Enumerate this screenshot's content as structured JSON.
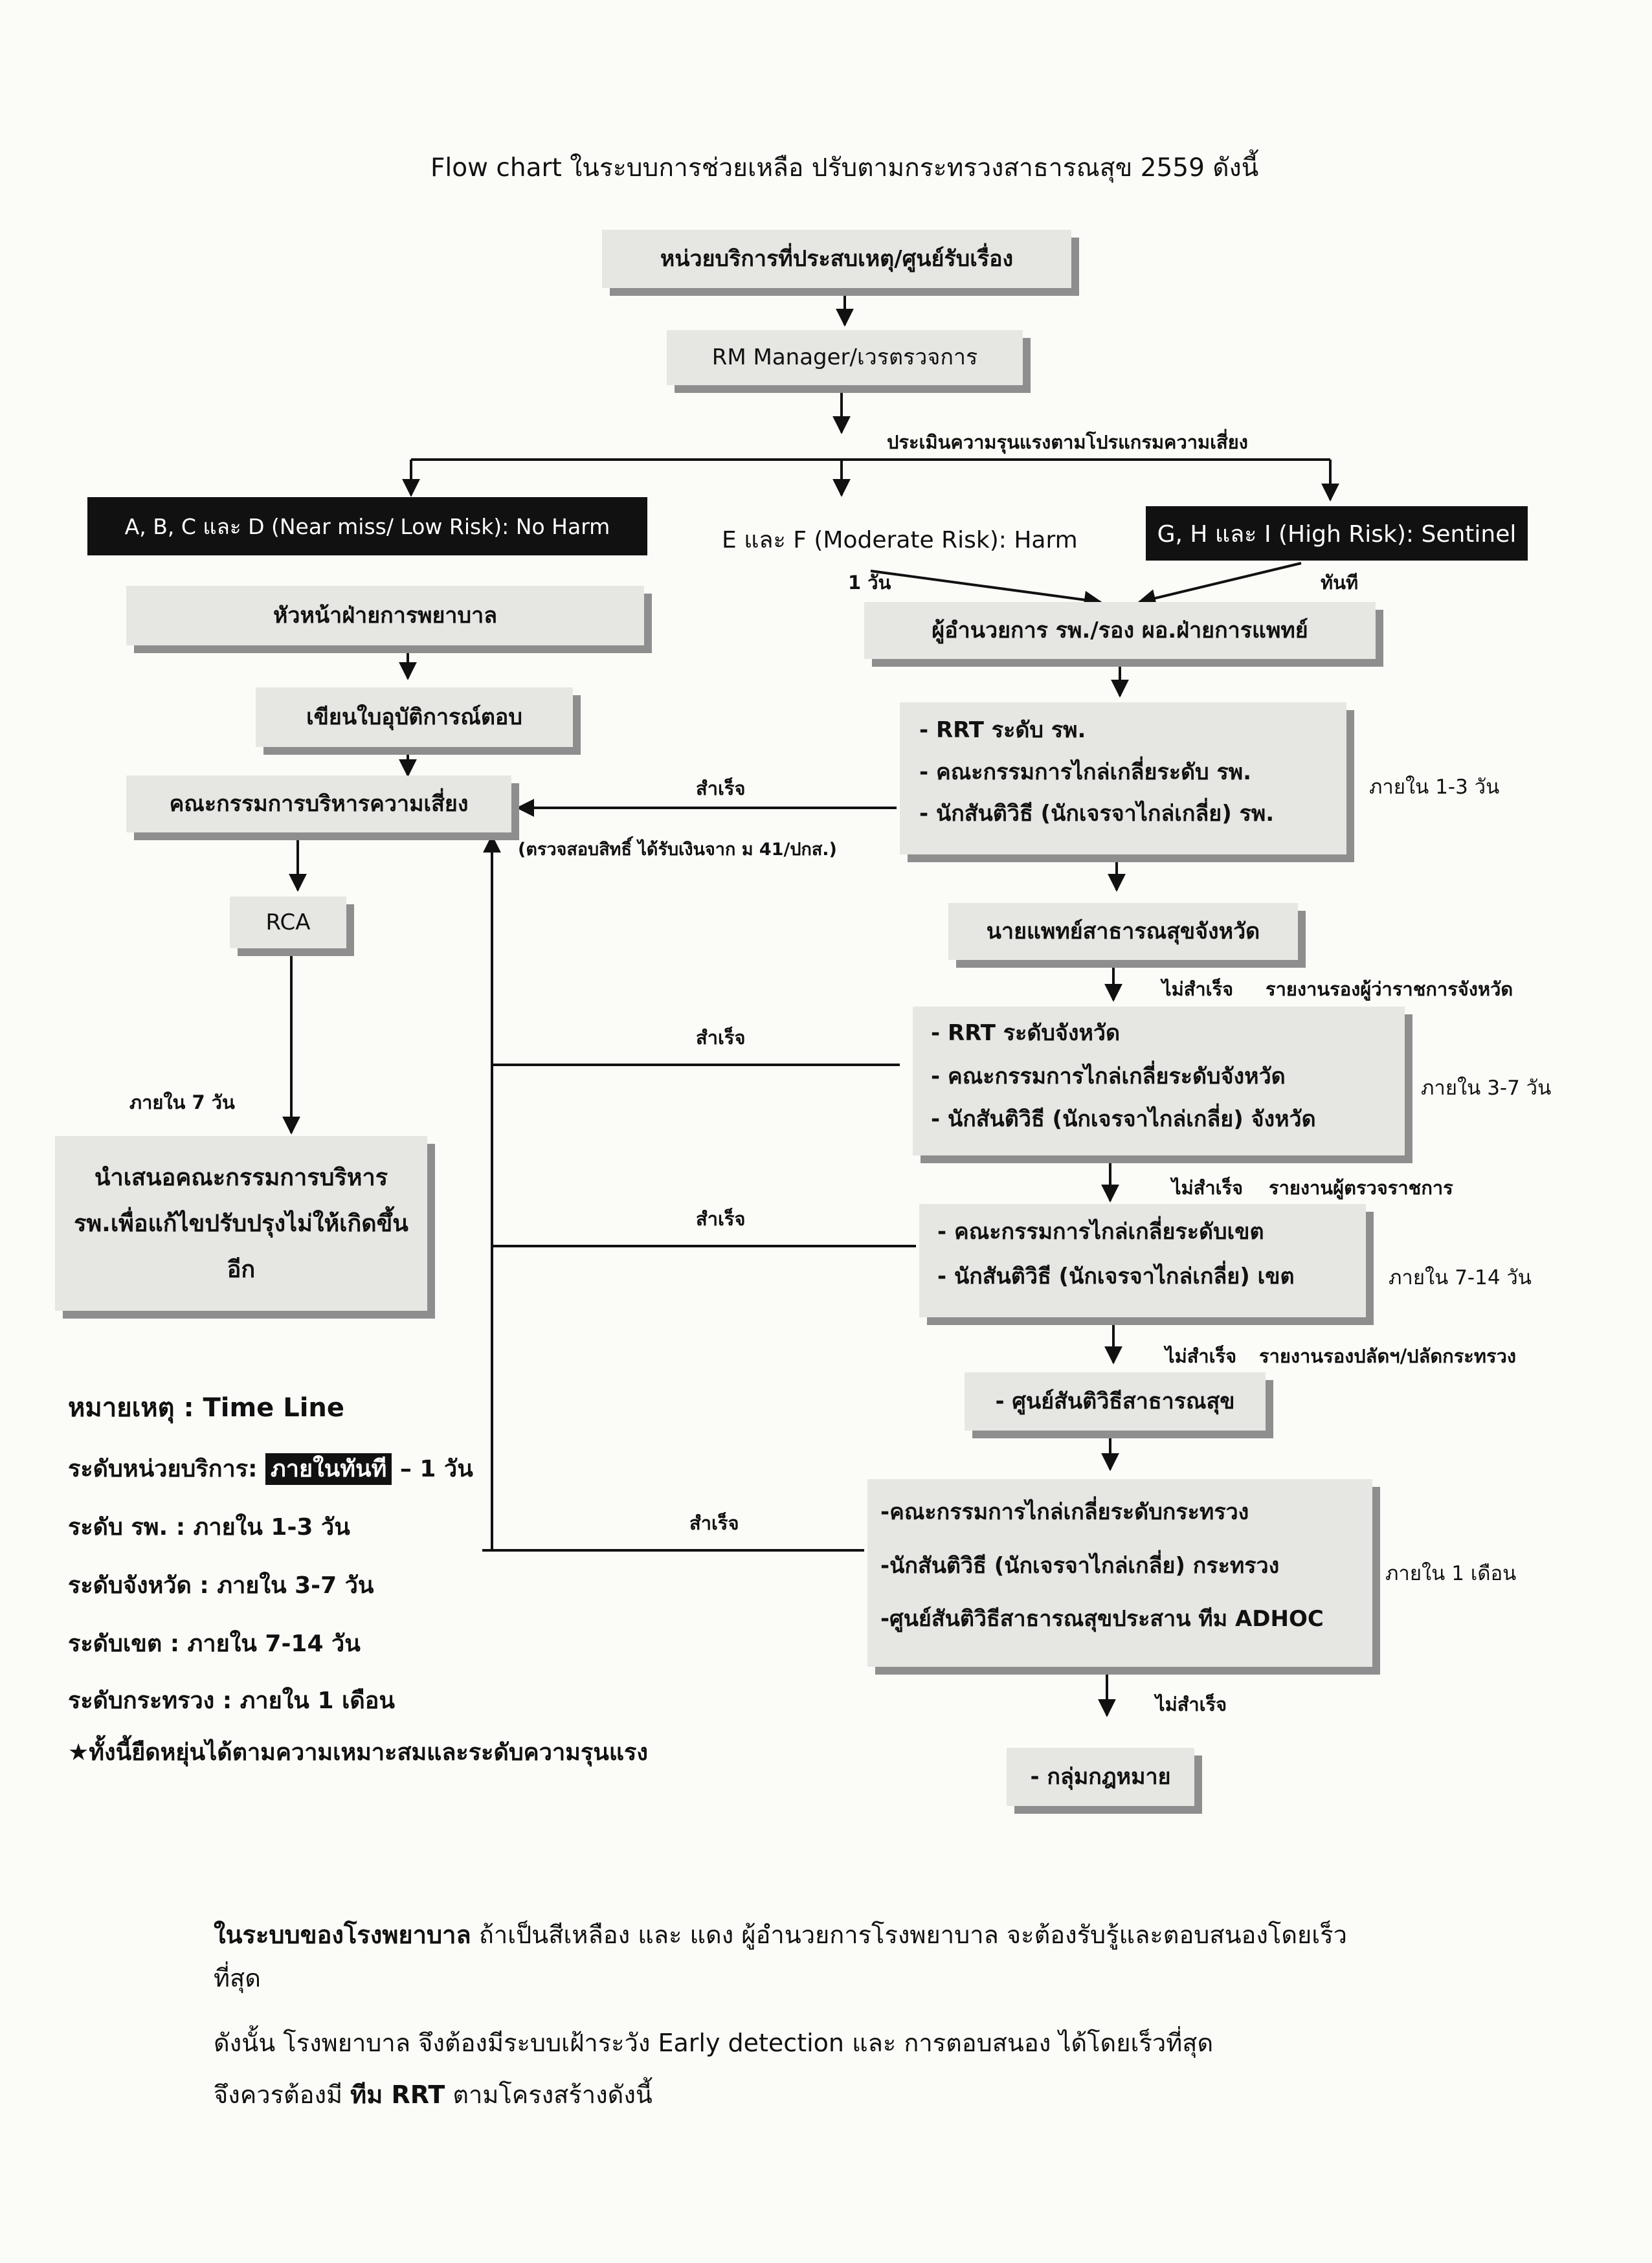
{
  "title": "Flow chart ในระบบการช่วยเหลือ  ปรับตามกระทรวงสาธารณสุข 2559  ดังนี้",
  "nodes": {
    "reporting_unit": "หน่วยบริการที่ประสบเหตุ/ศูนย์รับเรื่อง",
    "rm_manager": "RM Manager/เวรตรวจการ",
    "assess_label": "ประเมินความรุนแรงตามโปรแกรมความเสี่ยง",
    "level_abcd": "A, B, C และ D (Near miss/ Low Risk): No Harm",
    "level_ef": "E และ F (Moderate Risk): Harm",
    "level_ghi": "G, H และ I (High Risk): Sentinel",
    "ef_time": "1 วัน",
    "ghi_time": "ทันที",
    "nursing_head": "หัวหน้าฝ่ายการพยาบาล",
    "write_report": "เขียนใบอุบัติการณ์ตอบ",
    "risk_committee": "คณะกรรมการบริหารความเสี่ยง",
    "rca": "RCA",
    "within_7": "ภายใน 7 วัน",
    "present_lines": [
      "นำเสนอคณะกรรมการบริหาร",
      "รพ.เพื่อแก้ไขปรับปรุงไม่ให้เกิดขึ้น",
      "อีก"
    ],
    "director": "ผู้อำนวยการ รพ./รอง ผอ.ฝ่ายการแพทย์",
    "hospital_lines": [
      "- RRT ระดับ รพ.",
      "- คณะกรรมการไกล่เกลี่ยระดับ รพ.",
      "- นักสันติวิธี (นักเจรจาไกล่เกลี่ย) รพ."
    ],
    "hospital_time": "ภายใน 1-3 วัน",
    "success": "สำเร็จ",
    "check_rights": "(ตรวจสอบสิทธิ์ ได้รับเงินจาก ม 41/ปกส.)",
    "provincial_doctor": "นายแพทย์สาธารณสุขจังหวัด",
    "fail": "ไม่สำเร็จ",
    "report_deputy_governor": "รายงานรองผู้ว่าราชการจังหวัด",
    "province_lines": [
      "- RRT ระดับจังหวัด",
      "- คณะกรรมการไกล่เกลี่ยระดับจังหวัด",
      "- นักสันติวิธี (นักเจรจาไกล่เกลี่ย) จังหวัด"
    ],
    "province_time": "ภายใน 3-7 วัน",
    "report_inspector": "รายงานผู้ตรวจราชการ",
    "region_lines": [
      "- คณะกรรมการไกล่เกลี่ยระดับเขต",
      "- นักสันติวิธี (นักเจรจาไกล่เกลี่ย) เขต"
    ],
    "region_time": "ภายใน 7-14 วัน",
    "report_permanent_secretary": "รายงานรองปลัดฯ/ปลัดกระทรวง",
    "peace_center": "- ศูนย์สันติวิธีสาธารณสุข",
    "ministry_lines": [
      "-คณะกรรมการไกล่เกลี่ยระดับกระทรวง",
      "-นักสันติวิธี (นักเจรจาไกล่เกลี่ย) กระทรวง",
      "-ศูนย์สันติวิธีสาธารณสุขประสาน ทีม ADHOC"
    ],
    "ministry_time": "ภายใน 1 เดือน",
    "legal_group": "- กลุ่มกฎหมาย"
  },
  "legend": {
    "heading": "หมายเหตุ : Time Line",
    "unit_prefix": "ระดับหน่วยบริการ:",
    "unit_highlight": "ภายในทันที",
    "unit_suffix": "– 1 วัน",
    "hospital": "ระดับ รพ. : ภายใน 1-3 วัน",
    "province": "ระดับจังหวัด : ภายใน 3-7 วัน",
    "region": "ระดับเขต : ภายใน 7-14 วัน",
    "ministry": "ระดับกระทรวง : ภายใน 1 เดือน",
    "star_note": "★ทั้งนี้ยืดหยุ่นได้ตามความเหมาะสมและระดับความรุนแรง"
  },
  "paragraph": {
    "line1_bold": "ในระบบของโรงพยาบาล",
    "line1_rest": " ถ้าเป็นสีเหลือง และ แดง ผู้อำนวยการโรงพยาบาล จะต้องรับรู้และตอบสนองโดยเร็ว",
    "line2": "ที่สุด",
    "line3": "ดังนั้น โรงพยาบาล จึงต้องมีระบบเฝ้าระวัง  Early detection และ การตอบสนอง ได้โดยเร็วที่สุด",
    "line4_pre": "จึงควรต้องมี ",
    "line4_bold": "ทีม RRT",
    "line4_post": " ตามโครงสร้างดังนี้"
  }
}
